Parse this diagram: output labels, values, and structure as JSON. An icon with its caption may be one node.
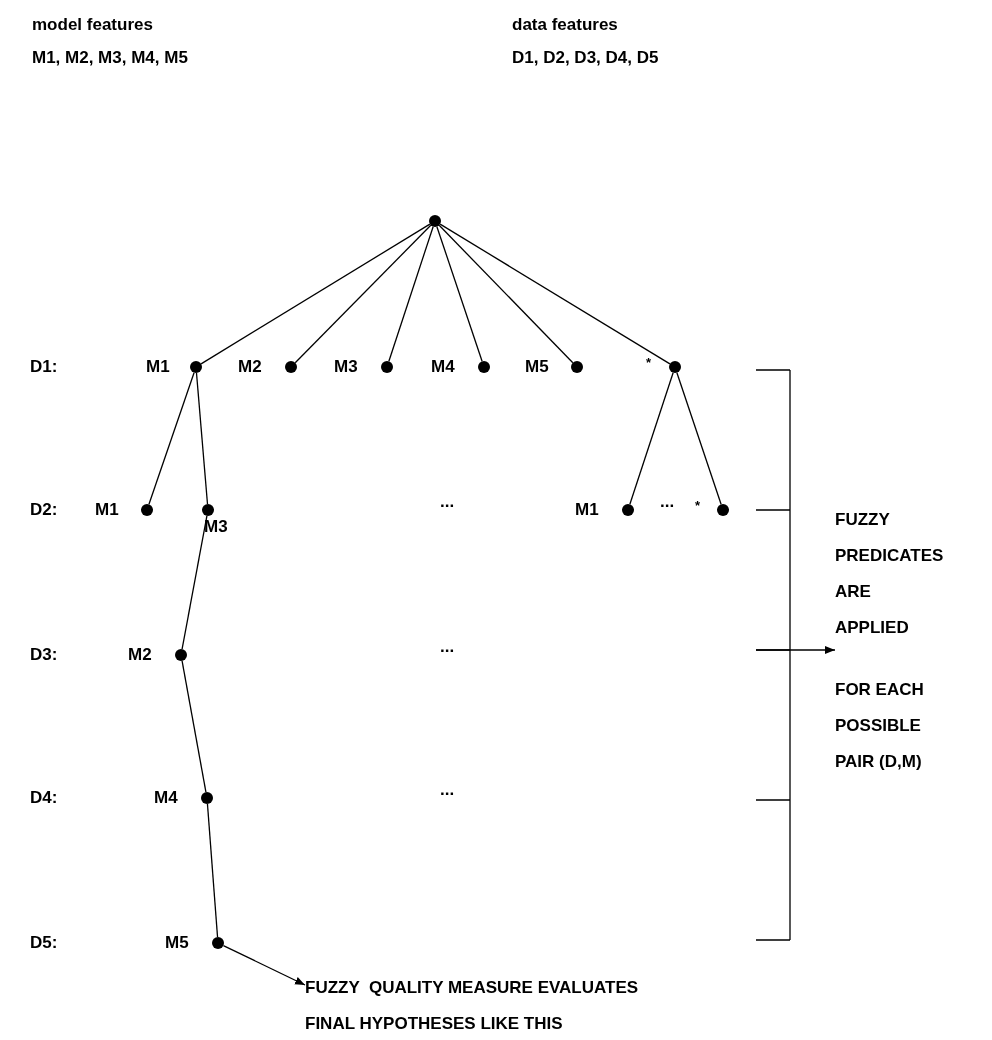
{
  "diagram": {
    "nodes": [
      {
        "text": [],
        "shape": "circle"
      },
      {
        "text": [],
        "shape": "circle",
        "beside": [
          "M1"
        ]
      },
      {
        "text": [],
        "shape": "circle",
        "beside": [
          "M2"
        ]
      },
      {
        "text": [],
        "shape": "circle",
        "beside": [
          "M3"
        ]
      },
      {
        "text": [],
        "shape": "circle",
        "beside": [
          "M4"
        ]
      },
      {
        "text": [],
        "shape": "circle",
        "beside": [
          "M5"
        ]
      },
      {
        "text": [],
        "shape": "circle",
        "beside": [
          "*"
        ]
      },
      {
        "text": [],
        "shape": "circle",
        "beside": [
          "M1"
        ]
      },
      {
        "text": [],
        "shape": "circle",
        "beside": [
          "M3"
        ]
      },
      {
        "text": [],
        "shape": "circle",
        "beside": [
          "M1"
        ]
      },
      {
        "text": [],
        "shape": "circle",
        "beside": [
          "*"
        ]
      },
      {
        "text": [],
        "shape": "circle",
        "beside": [
          "M2"
        ]
      },
      {
        "text": [],
        "shape": "circle",
        "beside": [
          "M4"
        ]
      },
      {
        "text": [],
        "shape": "circle",
        "beside": [
          "M5"
        ]
      },
      {
        "text": [
          "FUZZY  QUALITY MEASURE EVALUATES FINAL HYPOTHESES LIKE THIS"
        ]
      },
      {
        "text": [
          "FUZZY PREDICATES ARE APPLIED",
          "FOR EACH POSSIBLE PAIR (D,M)"
        ]
      },
      {
        "text": [],
        "shape": "bracket"
      }
    ],
    "edges": [
      {
        "from": 0,
        "to": 1,
        "arrow": "none"
      },
      {
        "from": 0,
        "to": 2,
        "arrow": "none"
      },
      {
        "from": 0,
        "to": 3,
        "arrow": "none"
      },
      {
        "from": 0,
        "to": 4,
        "arrow": "none"
      },
      {
        "from": 0,
        "to": 5,
        "arrow": "none"
      },
      {
        "from": 0,
        "to": 6,
        "arrow": "none"
      },
      {
        "from": 1,
        "to": 7,
        "arrow": "none"
      },
      {
        "from": 1,
        "to": 8,
        "arrow": "none"
      },
      {
        "from": 6,
        "to": 9,
        "arrow": "none"
      },
      {
        "from": 6,
        "to": 10,
        "arrow": "none"
      },
      {
        "from": 8,
        "to": 11,
        "arrow": "none"
      },
      {
        "from": 11,
        "to": 12,
        "arrow": "none"
      },
      {
        "from": 12,
        "to": 13,
        "arrow": "none"
      },
      {
        "from": 13,
        "to": 14,
        "arrow": "to"
      },
      {
        "from": 16,
        "to": 15,
        "arrow": "to"
      }
    ],
    "labels": [
      "model features",
      "M1, M2, M3, M4, M5",
      "data features",
      "D1, D2, D3, D4, D5",
      "D1:",
      "D2:",
      "...",
      "...",
      "D3:",
      "...",
      "D4:",
      "...",
      "D5:"
    ]
  }
}
